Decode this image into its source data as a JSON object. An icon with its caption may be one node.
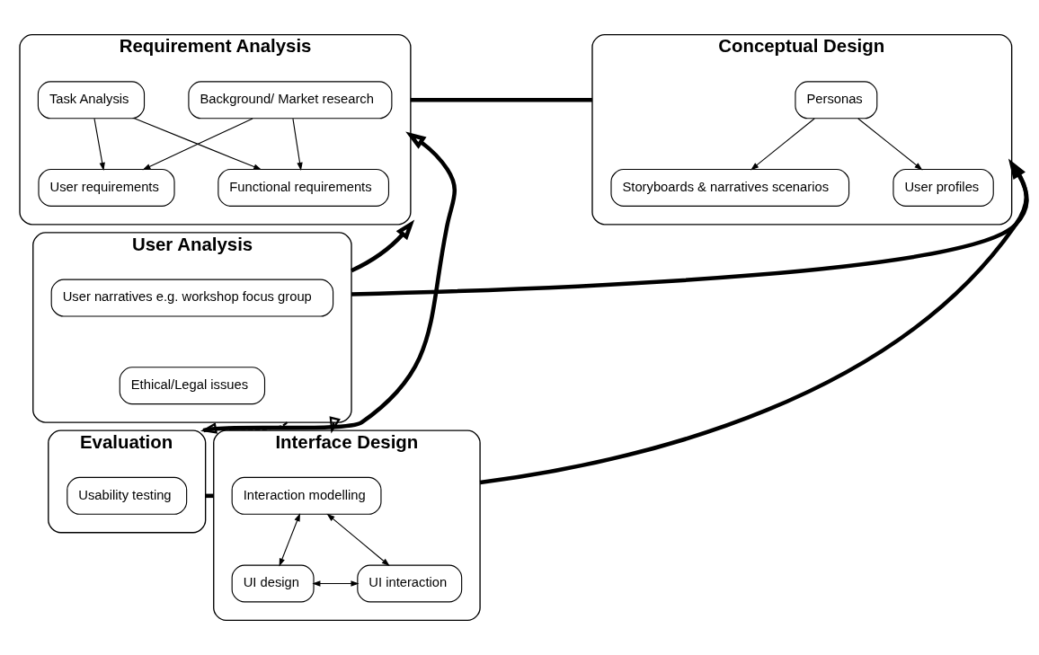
{
  "diagram": {
    "nodes": [
      {
        "text": [
          "Requirement Analysis"
        ]
      },
      {
        "text": [
          "Background/ Market research"
        ],
        "in": 0
      },
      {
        "text": [
          "Task Analysis"
        ],
        "in": 0
      },
      {
        "text": [
          "User requirements"
        ],
        "in": 0
      },
      {
        "text": [
          "Functional requirements"
        ],
        "in": 0
      },
      {
        "text": [
          "Conceptual Design"
        ]
      },
      {
        "text": [
          "Personas"
        ],
        "in": 5
      },
      {
        "text": [
          "Storyboards & narratives scenarios"
        ],
        "in": 5
      },
      {
        "text": [
          "User profiles"
        ],
        "in": 5
      },
      {
        "text": [
          "User Analysis"
        ]
      },
      {
        "text": [
          "User narratives e.g. workshop focus group"
        ],
        "in": 9
      },
      {
        "text": [
          "Ethical/Legal issues"
        ],
        "in": 9
      },
      {
        "text": [
          "Evaluation"
        ]
      },
      {
        "text": [
          "Usability testing"
        ],
        "in": 12
      },
      {
        "text": [
          "Interface Design"
        ]
      },
      {
        "text": [
          "Interaction modelling"
        ],
        "in": 14
      },
      {
        "text": [
          "UI design"
        ],
        "in": 14
      },
      {
        "text": [
          "UI interaction"
        ],
        "in": 14
      }
    ],
    "edges": [
      {
        "from": 1,
        "to": 3,
        "arrow": "to"
      },
      {
        "from": 1,
        "to": 4,
        "arrow": "to"
      },
      {
        "from": 2,
        "to": 3,
        "arrow": "to"
      },
      {
        "from": 2,
        "to": 4,
        "arrow": "to"
      },
      {
        "from": 6,
        "to": 8,
        "arrow": "to"
      },
      {
        "from": 6,
        "to": 7,
        "arrow": "to"
      },
      {
        "from": 15,
        "to": 16,
        "arrow": "both"
      },
      {
        "from": 15,
        "to": 17,
        "arrow": "both"
      },
      {
        "from": 16,
        "to": 17,
        "arrow": "both"
      },
      {
        "from": 0,
        "to": 5,
        "arrow": "none",
        "style": "thick"
      },
      {
        "from": 5,
        "to": 14,
        "arrow": "none",
        "style": "thick"
      },
      {
        "from": 14,
        "to": 12,
        "arrow": "none",
        "style": "thick"
      },
      {
        "from": 12,
        "to": 0,
        "arrow": "to",
        "style": "thick"
      },
      {
        "from": 9,
        "to": 0,
        "arrow": "to",
        "style": "thick"
      },
      {
        "from": 9,
        "to": 5,
        "arrow": "to",
        "style": "thick"
      },
      {
        "from": 9,
        "to": 12,
        "arrow": "to",
        "style": "dashed"
      },
      {
        "from": 9,
        "to": 14,
        "arrow": "to",
        "style": "dashed"
      }
    ]
  }
}
